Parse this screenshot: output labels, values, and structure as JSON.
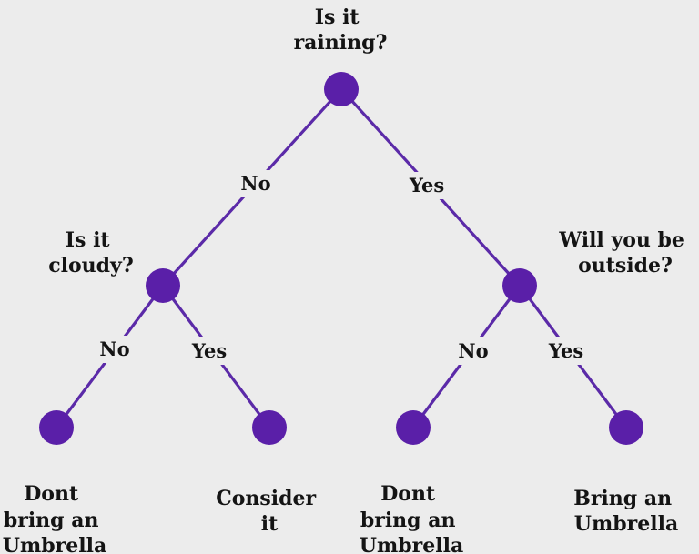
{
  "nodes": {
    "root": {
      "question": [
        "Is it",
        "raining?"
      ]
    },
    "left": {
      "question": [
        "Is it",
        "cloudy?"
      ]
    },
    "right": {
      "question": [
        "Will you be",
        "outside?"
      ]
    }
  },
  "edges": {
    "root_left": "No",
    "root_right": "Yes",
    "left_left": "No",
    "left_right": "Yes",
    "right_left": "No",
    "right_right": "Yes"
  },
  "outcomes": {
    "ll": [
      "Dont",
      "bring an",
      "Umbrella"
    ],
    "lr": [
      "Consider",
      "it"
    ],
    "rl": [
      "Dont",
      "bring an",
      "Umbrella"
    ],
    "rr": [
      "Bring an",
      "Umbrella"
    ]
  },
  "colors": {
    "node": "#5a1fa8",
    "edge": "#5b2aa8",
    "text": "#141414",
    "background": "#ececec"
  }
}
